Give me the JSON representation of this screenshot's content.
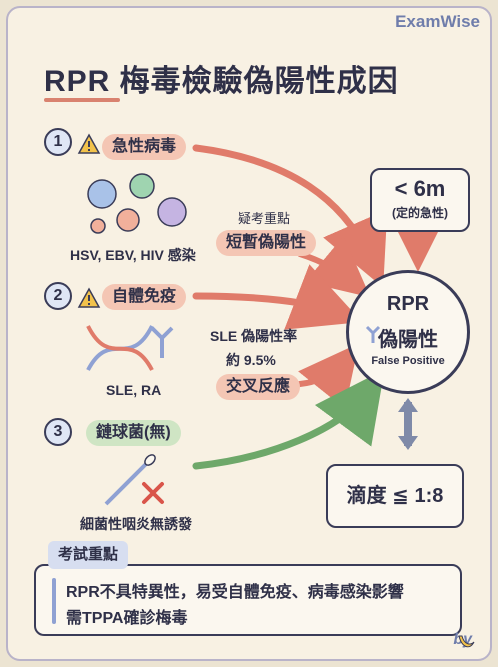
{
  "brand": "ExamWise",
  "title": "RPR 梅毒檢驗偽陽性成因",
  "causes": [
    {
      "number": "1",
      "label": "急性病毒",
      "caption": "HSV, EBV, HIV 感染"
    },
    {
      "number": "2",
      "label": "自體免疫",
      "caption": "SLE, RA"
    },
    {
      "number": "3",
      "label": "鏈球菌(無)",
      "caption": "細菌性咽炎無誘發"
    }
  ],
  "notes": {
    "exam_hint": "疑考重點",
    "short_false_positive": "短暫偽陽性",
    "sle_rate_line1": "SLE 偽陽性率",
    "sle_rate_line2": "約 9.5%",
    "cross_reaction": "交叉反應"
  },
  "center": {
    "title": "RPR",
    "subtitle": "偽陽性",
    "english": "False Positive"
  },
  "duration": {
    "value": "< 6m",
    "note": "(定的急性)"
  },
  "titer": {
    "label": "滴度 ≦ 1:8"
  },
  "summary": {
    "heading": "考試重點",
    "line1": "RPR不具特異性，易受自體免疫、病毒感染影響",
    "line2": "需TPPA確診梅毒"
  },
  "footer": {
    "by": "by"
  },
  "colors": {
    "red_arrow": "#e07b6a",
    "green_arrow": "#6ea86a",
    "accent_blue": "#8fa1d3"
  }
}
